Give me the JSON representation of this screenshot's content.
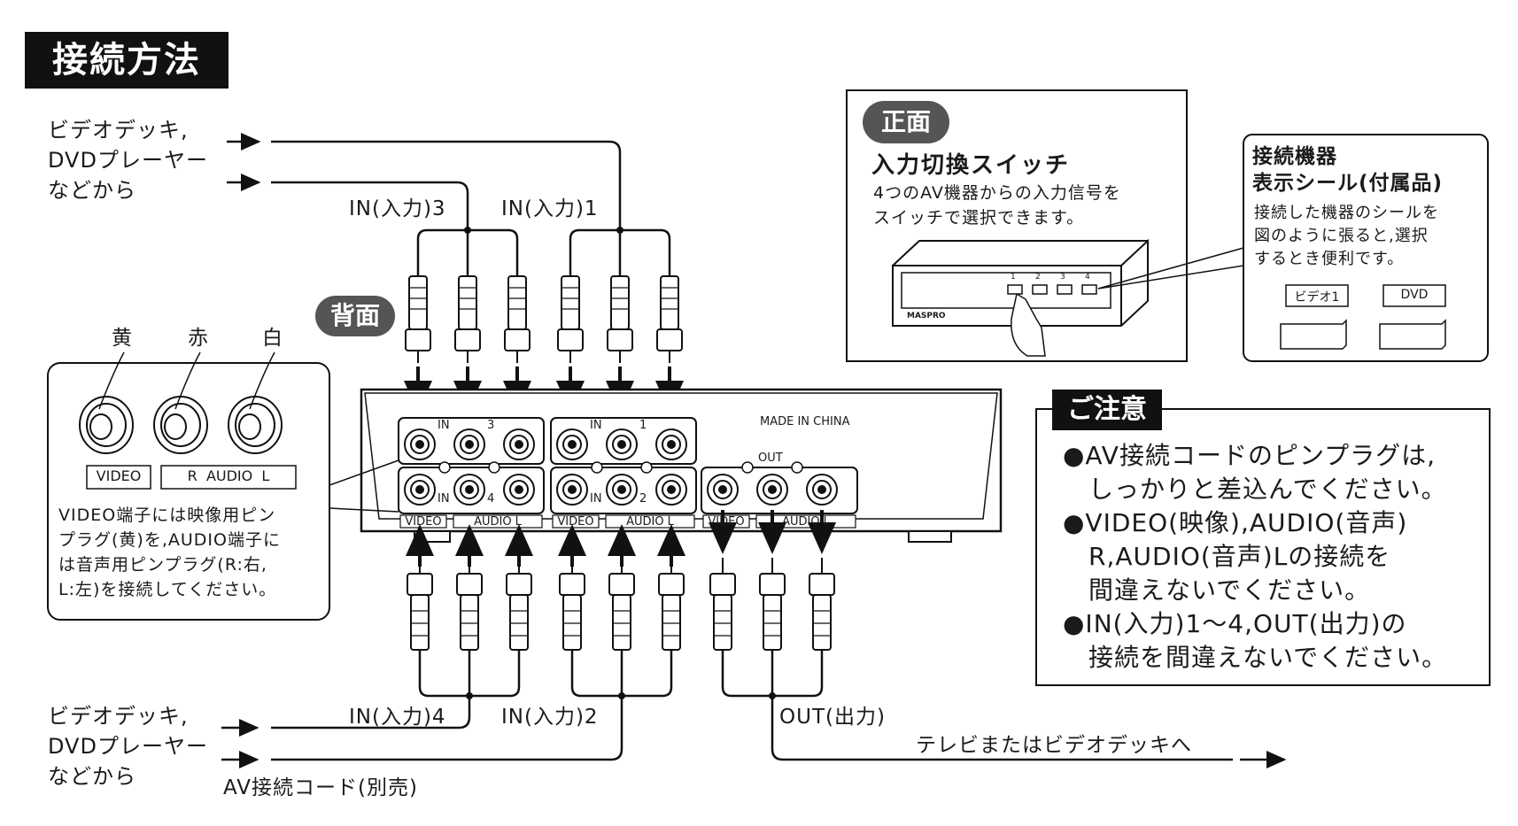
{
  "title": "接続方法",
  "source_top": [
    "ビデオデッキ,",
    "DVDプレーヤー",
    "などから"
  ],
  "source_bottom": [
    "ビデオデッキ,",
    "DVDプレーヤー",
    "などから"
  ],
  "inputs": {
    "in3": "IN(入力)3",
    "in1": "IN(入力)1",
    "in4": "IN(入力)4",
    "in2": "IN(入力)2"
  },
  "output_label": "OUT(出力)",
  "output_dest": "テレビまたはビデオデッキへ",
  "cable_note": "AV接続コード(別売)",
  "back_label": "背面",
  "colors": {
    "yellow": "黄",
    "red": "赤",
    "white": "白"
  },
  "jack_detail": {
    "video_label": "VIDEO",
    "audio_label": "R  AUDIO  L",
    "description": [
      "VIDEO端子には映像用ピン",
      "プラグ(黄)を,AUDIO端子に",
      "は音声用ピンプラグ(R:右,",
      "L:左)を接続してください。"
    ]
  },
  "panel": {
    "made_in": "MADE IN CHINA",
    "in_label": "IN",
    "out_label": "OUT",
    "nums": [
      "3",
      "1",
      "4",
      "2"
    ],
    "bottom_labels": [
      "VIDEO",
      "AUDIO L",
      "VIDEO",
      "AUDIO L",
      "VIDEO",
      "AUDIO L"
    ]
  },
  "front": {
    "label": "正面",
    "heading": "入力切換スイッチ",
    "desc": [
      "4つのAV機器からの入力信号を",
      "スイッチで選択できます。"
    ],
    "brand": "MASPRO",
    "buttons": [
      "1",
      "2",
      "3",
      "4"
    ]
  },
  "stickers": {
    "heading": [
      "接続機器",
      "表示シール(付属品)"
    ],
    "desc": [
      "接続した機器のシールを",
      "図のように張ると,選択",
      "するとき便利です。"
    ],
    "items": [
      "ビデオ1",
      "DVD"
    ]
  },
  "caution": {
    "tab": "ご注意",
    "lines": [
      "●AV接続コードのピンプラグは,",
      "　しっかりと差込んでください。",
      "●VIDEO(映像),AUDIO(音声)",
      "　R,AUDIO(音声)Lの接続を",
      "　間違えないでください。",
      "●IN(入力)1〜4,OUT(出力)の",
      "　接続を間違えないでください。"
    ]
  }
}
